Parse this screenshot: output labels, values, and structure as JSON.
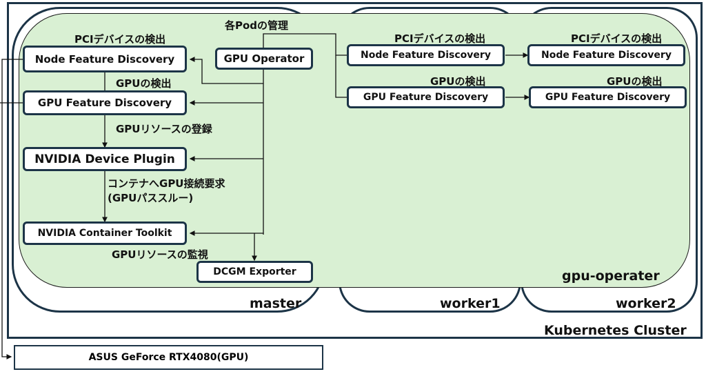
{
  "cluster": {
    "label": "Kubernetes Cluster"
  },
  "nodes": {
    "master": {
      "label": "master"
    },
    "worker1": {
      "label": "worker1"
    },
    "worker2": {
      "label": "worker2"
    }
  },
  "namespace": {
    "label": "gpu-operater"
  },
  "components": {
    "gpu_operator": "GPU Operator",
    "master_nfd": "Node Feature Discovery",
    "master_gfd": "GPU Feature Discovery",
    "device_plugin": "NVIDIA Device Plugin",
    "container_toolkit": "NVIDIA Container Toolkit",
    "dcgm_exporter": "DCGM Exporter",
    "worker1_nfd": "Node Feature Discovery",
    "worker1_gfd": "GPU Feature Discovery",
    "worker2_nfd": "Node Feature Discovery",
    "worker2_gfd": "GPU Feature Discovery"
  },
  "annotations": {
    "pod_management": "各Podの管理",
    "pci_detect": "PCIデバイスの検出",
    "gpu_detect": "GPUの検出",
    "gpu_register": "GPUリソースの登録",
    "container_request_1": "コンテナへGPU接続要求",
    "container_request_2": "(GPUパススルー)",
    "gpu_monitor": "GPUリソースの監視"
  },
  "hardware": {
    "label": "ASUS GeForce RTX4080(GPU)"
  },
  "colors": {
    "namespace_fill": "#d9f0d3",
    "border": "#1c3447"
  }
}
